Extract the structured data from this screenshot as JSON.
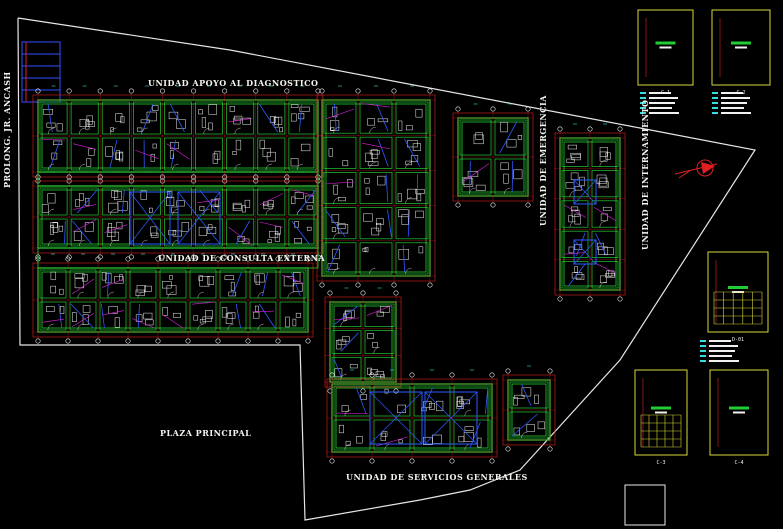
{
  "drawing": {
    "background": "#000000",
    "colors": {
      "boundary": "#e8e8e8",
      "walls_green": "#22cc33",
      "red_axis": "#e02020",
      "blue_lines": "#2c5bff",
      "white_fixtures": "#f0f0f0",
      "yellow_frames": "#d8d83a",
      "magenta": "#e020e0",
      "cyan": "#30e0e0"
    },
    "labels": {
      "top_block": "UNIDAD APOYO AL DIAGNOSTICO",
      "middle_block": "UNIDAD DE CONSULTA EXTERNA",
      "plaza": "PLAZA PRINCIPAL",
      "bottom_block": "UNIDAD DE SERVICIOS GENERALES",
      "street_left": "PROLONG. JR. ANCASH",
      "right_block": "UNIDAD DE EMERGENCIA",
      "right_wing": "UNIDAD DE INTERNAMIENTO"
    },
    "north_arrow": "north-arrow-icon",
    "detail_sheets": [
      {
        "id": "detail-a",
        "caption": "C-1"
      },
      {
        "id": "detail-b",
        "caption": "C-2"
      },
      {
        "id": "detail-c",
        "caption": "D-01"
      },
      {
        "id": "detail-d",
        "caption": "C-3"
      },
      {
        "id": "detail-e",
        "caption": "C-4"
      }
    ]
  }
}
